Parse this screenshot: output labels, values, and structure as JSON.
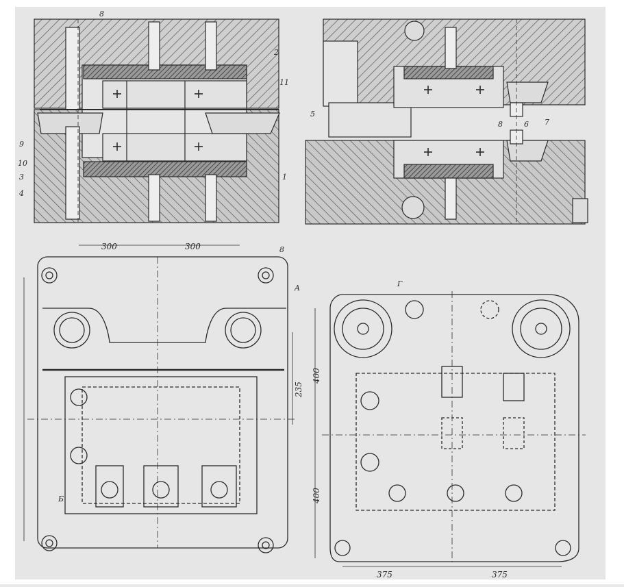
{
  "drawing": {
    "section_left": {
      "callouts": [
        "8",
        "2",
        "11",
        "9",
        "10",
        "3",
        "4",
        "1"
      ]
    },
    "section_right": {
      "callouts": [
        "5",
        "8",
        "6",
        "7"
      ]
    },
    "plan_left": {
      "callouts": [
        "8",
        "A",
        "Б"
      ],
      "dims": [
        "300",
        "300",
        "235"
      ]
    },
    "plan_right": {
      "callouts": [
        "Г"
      ],
      "dims": [
        "400",
        "400",
        "375",
        "375"
      ]
    }
  },
  "colors": {
    "paper": "#e9e9e9",
    "ink": "#2a2a2a",
    "border": "#ffffff"
  }
}
